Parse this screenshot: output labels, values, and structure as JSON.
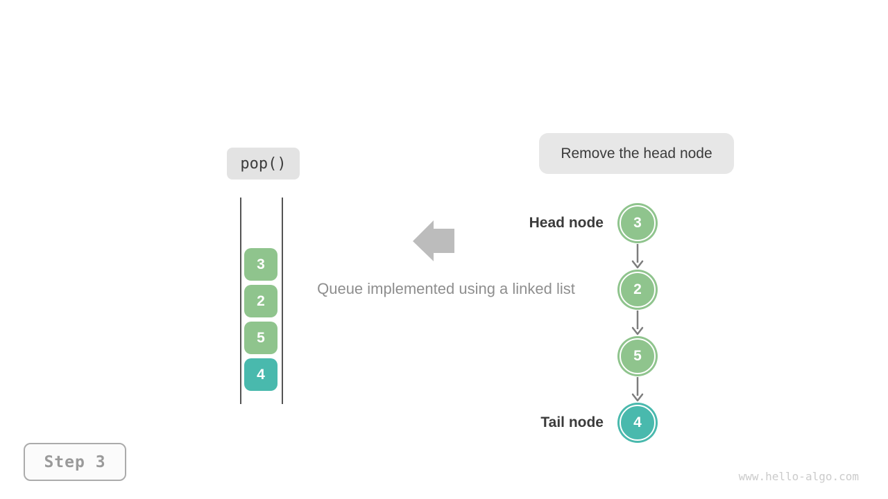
{
  "colors": {
    "green": "#8fc48d",
    "teal": "#49b9ad",
    "arrow_gray": "#bcbcbc",
    "connector_gray": "#7d7d7d",
    "badge_bg": "#e7e7e7",
    "dark_text": "#3b3b3b"
  },
  "pop_badge": {
    "label": "pop()"
  },
  "annotation_badge": {
    "label": "Remove the head node"
  },
  "caption": "Queue implemented using a linked list",
  "queue": {
    "items": [
      {
        "value": "3",
        "color": "green"
      },
      {
        "value": "2",
        "color": "green"
      },
      {
        "value": "5",
        "color": "green"
      },
      {
        "value": "4",
        "color": "teal"
      }
    ]
  },
  "linked_list": {
    "head_label": "Head node",
    "tail_label": "Tail node",
    "nodes": [
      {
        "value": "3",
        "color": "green"
      },
      {
        "value": "2",
        "color": "green"
      },
      {
        "value": "5",
        "color": "green"
      },
      {
        "value": "4",
        "color": "teal"
      }
    ]
  },
  "step_badge": {
    "label": "Step 3"
  },
  "watermark": "www.hello-algo.com"
}
